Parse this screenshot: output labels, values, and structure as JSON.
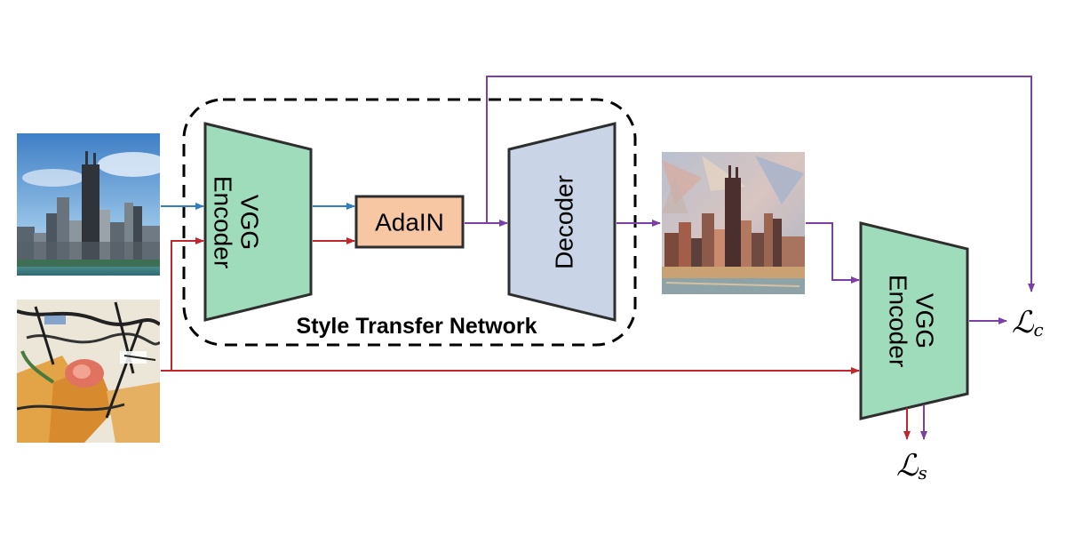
{
  "network": {
    "title": "Style Transfer Network"
  },
  "encoder": {
    "line1": "VGG",
    "line2": "Encoder"
  },
  "adain": {
    "label": "AdaIN"
  },
  "decoder": {
    "label": "Decoder"
  },
  "loss_encoder": {
    "line1": "VGG",
    "line2": "Encoder"
  },
  "losses": {
    "content": {
      "symbol": "ℒ",
      "sub": "c"
    },
    "style": {
      "symbol": "ℒ",
      "sub": "s"
    }
  },
  "colors": {
    "encoder_fill": "#9fdcbb",
    "decoder_fill": "#c9d4e6",
    "adain_fill": "#f7c6a3",
    "content_arrow": "#2f7fc1",
    "style_arrow": "#c0262b",
    "output_arrow": "#7c3fa6"
  },
  "images": {
    "content": "skyline-photo",
    "style": "abstract-painting",
    "output": "stylized-skyline"
  }
}
